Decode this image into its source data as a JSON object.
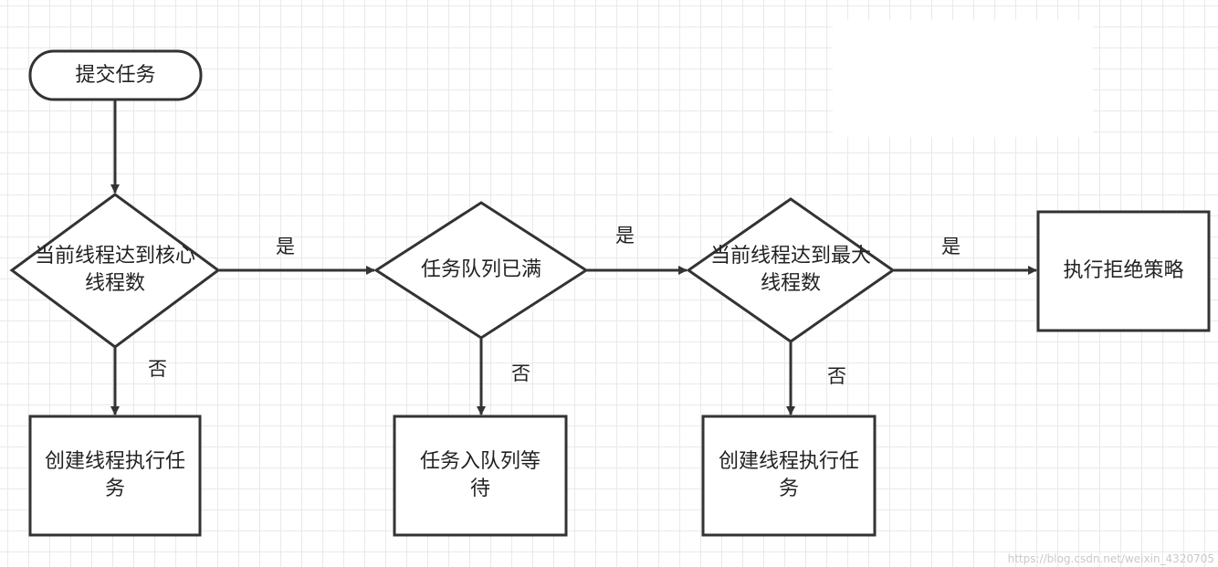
{
  "nodes": {
    "start": "提交任务",
    "check_core": "当前线程达到核心线程数",
    "check_queue": "任务队列已满",
    "check_max": "当前线程达到最大线程数",
    "reject": "执行拒绝策略",
    "create_core": "创建线程执行任务",
    "enqueue": "任务入队列等待",
    "create_max": "创建线程执行任务"
  },
  "edge_labels": {
    "yes_1": "是",
    "yes_2": "是",
    "yes_3": "是",
    "no_1": "否",
    "no_2": "否",
    "no_3": "否"
  },
  "watermark": "https://blog.csdn.net/weixin_4320705"
}
